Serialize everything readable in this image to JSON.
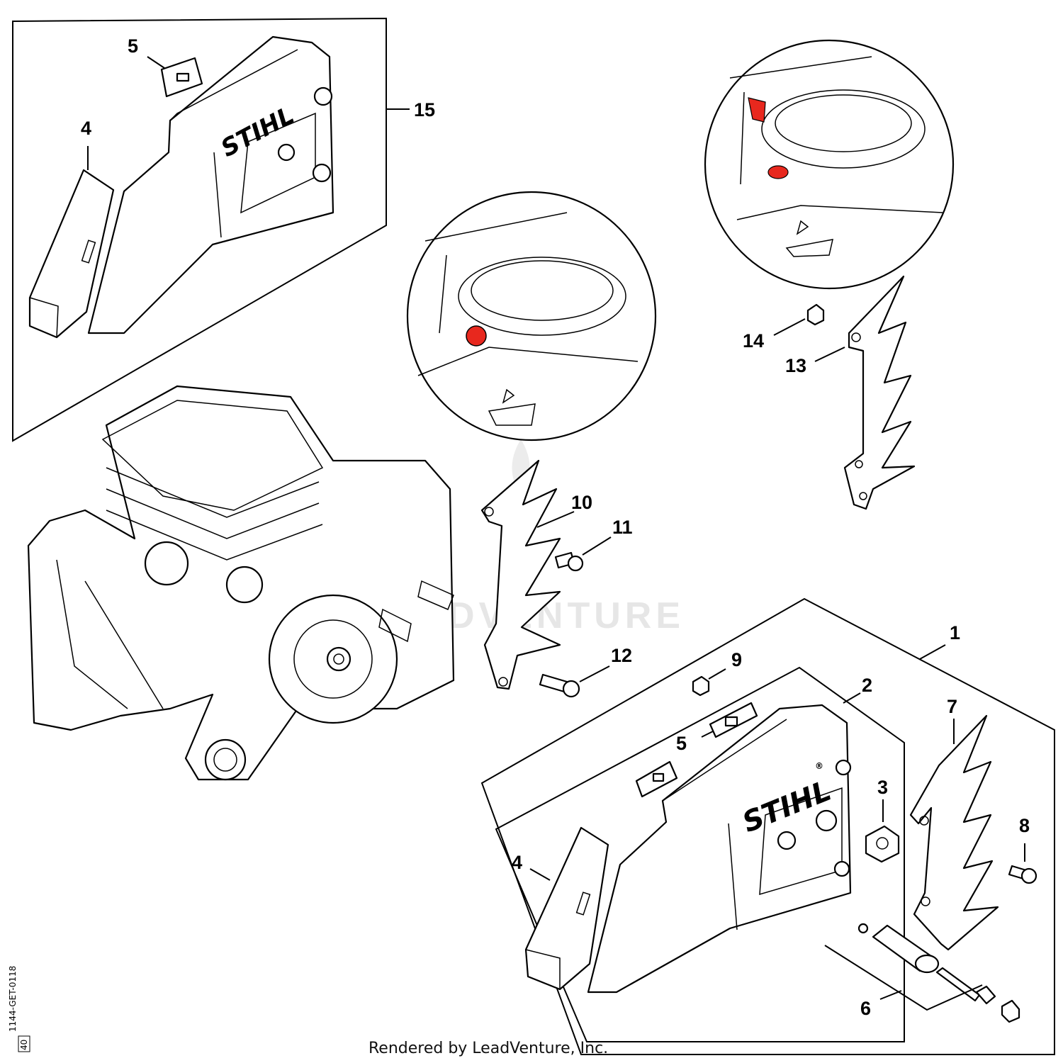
{
  "callouts": {
    "c1": "1",
    "c2": "2",
    "c3": "3",
    "c4a": "4",
    "c4b": "4",
    "c5a": "5",
    "c5b": "5",
    "c6": "6",
    "c7": "7",
    "c8": "8",
    "c9": "9",
    "c10": "10",
    "c11": "11",
    "c12": "12",
    "c13": "13",
    "c14": "14",
    "c15": "15"
  },
  "brand": {
    "logo_top": "STIHL",
    "logo_bottom": "STIHL",
    "registered": "®"
  },
  "watermark": "LEADVENTURE",
  "credit": "Rendered by LeadVenture, Inc.",
  "diagram_code": "1144-GET-0118",
  "diagram_code_box": "40",
  "colors": {
    "highlight": "#e8281e",
    "line": "#000000",
    "watermark": "#e6e6e6"
  }
}
